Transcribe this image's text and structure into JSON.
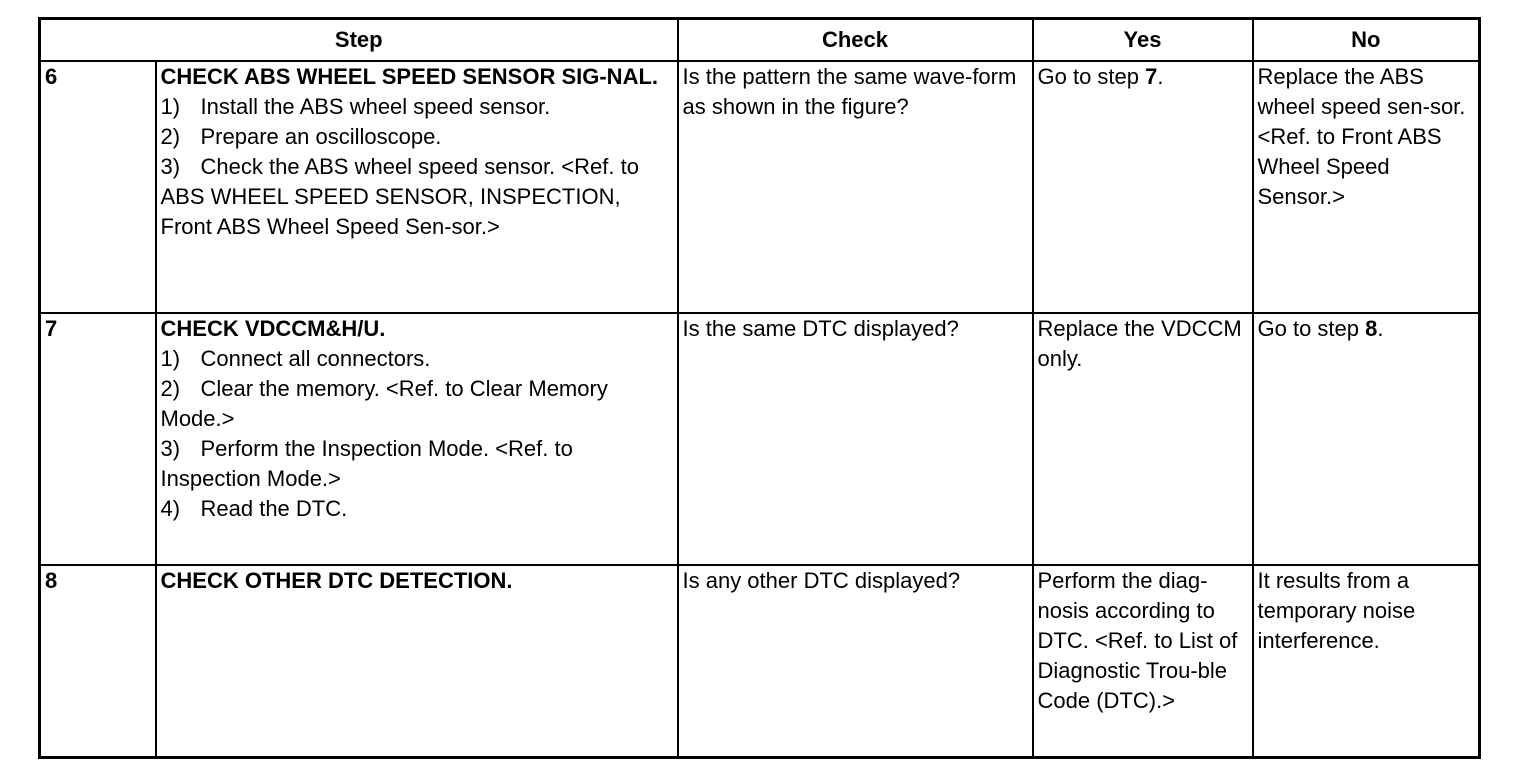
{
  "headers": {
    "step": "Step",
    "check": "Check",
    "yes": "Yes",
    "no": "No"
  },
  "rows": [
    {
      "num": "6",
      "title": "CHECK ABS WHEEL SPEED SENSOR SIG-NAL.",
      "substeps": [
        {
          "n": "1)",
          "text": "Install the ABS wheel speed sensor."
        },
        {
          "n": "2)",
          "text": "Prepare an oscilloscope."
        },
        {
          "n": "3)",
          "text": "Check the ABS wheel speed sensor. <Ref. to ABS WHEEL SPEED SENSOR, INSPECTION, Front ABS Wheel Speed Sen-sor.>"
        }
      ],
      "check": "Is the pattern the same wave-form as shown in the figure?",
      "yes_prefix": "Go to step ",
      "yes_step": "7",
      "yes_suffix": ".",
      "no": "Replace the ABS wheel speed sen-sor. <Ref. to Front ABS Wheel Speed Sensor.>"
    },
    {
      "num": "7",
      "title": "CHECK VDCCM&H/U.",
      "substeps": [
        {
          "n": "1)",
          "text": "Connect all connectors."
        },
        {
          "n": "2)",
          "text": "Clear the memory. <Ref. to Clear Memory Mode.>"
        },
        {
          "n": "3)",
          "text": "Perform the Inspection Mode. <Ref. to Inspection Mode.>"
        },
        {
          "n": "4)",
          "text": "Read the DTC."
        }
      ],
      "check": "Is the same DTC displayed?",
      "yes": "Replace the VDCCM only.",
      "no_prefix": "Go to step ",
      "no_step": "8",
      "no_suffix": "."
    },
    {
      "num": "8",
      "title": "CHECK OTHER DTC DETECTION.",
      "check": "Is any other DTC displayed?",
      "yes": "Perform the diag-nosis according to DTC. <Ref. to List of Diagnostic Trou-ble Code (DTC).>",
      "no": "It results from a temporary noise interference."
    }
  ]
}
